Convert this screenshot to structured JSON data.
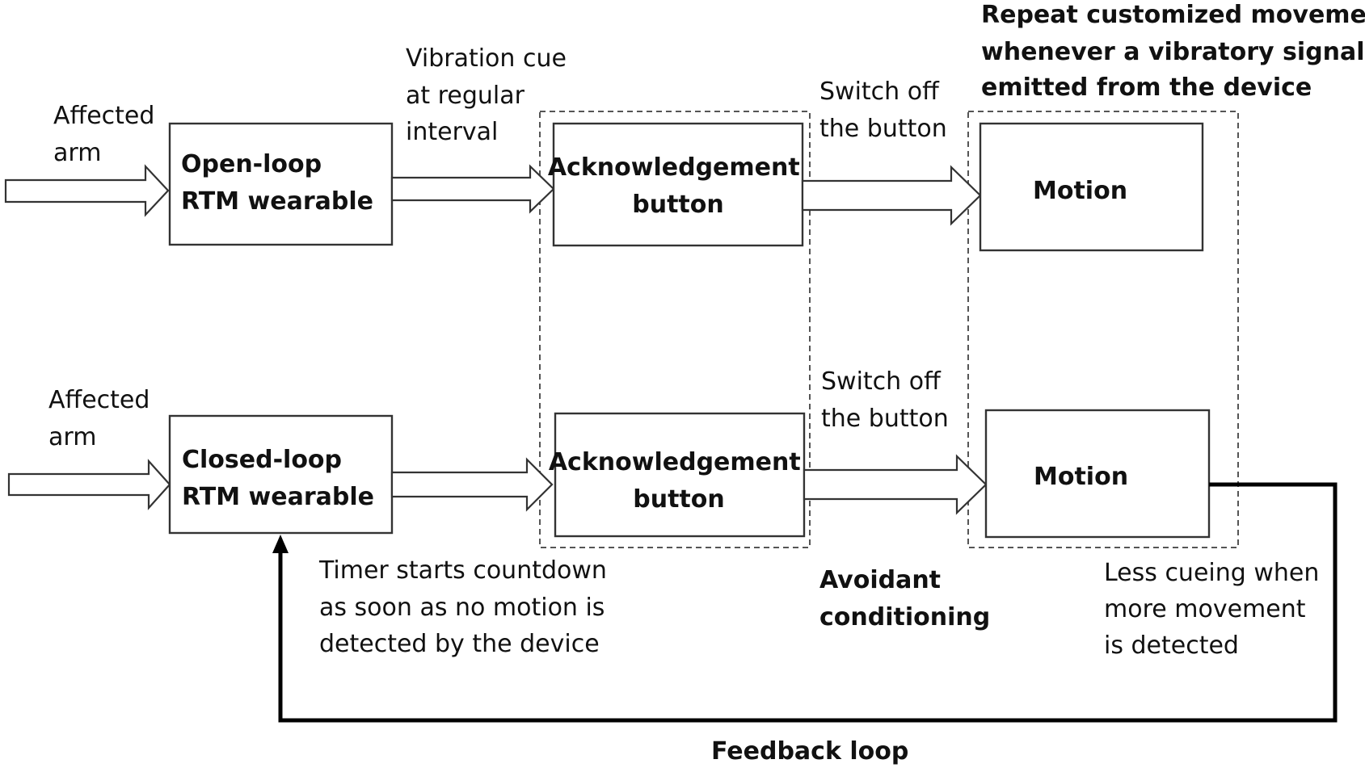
{
  "inputs": {
    "top": [
      "Affected",
      "arm"
    ],
    "bottom": [
      "Affected",
      "arm"
    ]
  },
  "boxes": {
    "open_loop": [
      "Open-loop",
      "RTM wearable"
    ],
    "closed_loop": [
      "Closed-loop",
      "RTM wearable"
    ],
    "ack_top": [
      "Acknowledgement",
      "button"
    ],
    "ack_bottom": [
      "Acknowledgement",
      "button"
    ],
    "motion_top": "Motion",
    "motion_bottom": "Motion"
  },
  "labels": {
    "vibration_cue": [
      "Vibration cue",
      "at regular",
      "interval"
    ],
    "switch_off_top": [
      "Switch off",
      "the button"
    ],
    "switch_off_bottom": [
      "Switch off",
      "the button"
    ],
    "repeat_movement": [
      "Repeat customized movement",
      "whenever a vibratory signal is",
      "emitted from the device"
    ],
    "timer": [
      "Timer starts countdown",
      "as soon as no motion is",
      "detected by the device"
    ],
    "avoidant": [
      "Avoidant",
      "conditioning"
    ],
    "less_cueing": [
      "Less cueing when",
      "more movement",
      "is detected"
    ],
    "feedback_loop": "Feedback loop"
  }
}
